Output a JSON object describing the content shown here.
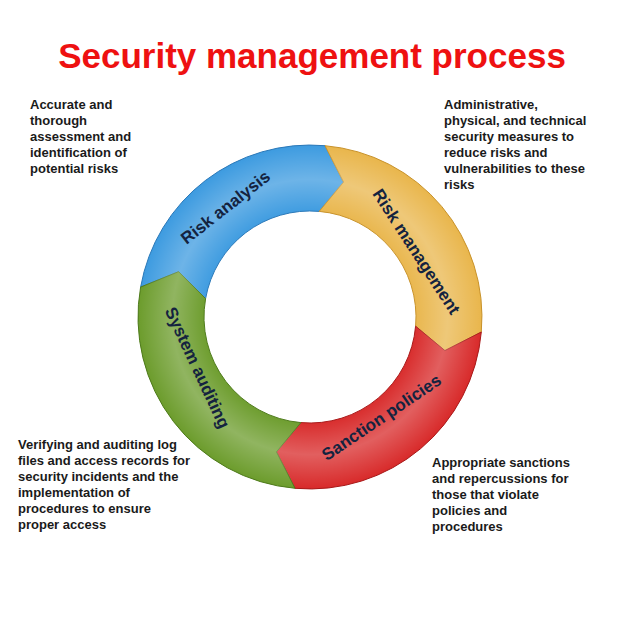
{
  "diagram": {
    "title": "Security management process",
    "nodes": [
      {
        "text": [
          "Risk analysis"
        ]
      },
      {
        "text": [
          "Risk management"
        ]
      },
      {
        "text": [
          "Sanction policies"
        ]
      },
      {
        "text": [
          "System auditing"
        ]
      }
    ],
    "labels": [
      "Accurate and thorough assessment and identification of potential risks",
      "Administrative, physical, and technical security measures to reduce risks and vulnerabilities to these risks",
      "Appropriate sanctions and repercussions for those that violate policies and procedures",
      "Verifying and auditing log files and access records for security incidents and the implementation of procedures to ensure proper access"
    ]
  }
}
